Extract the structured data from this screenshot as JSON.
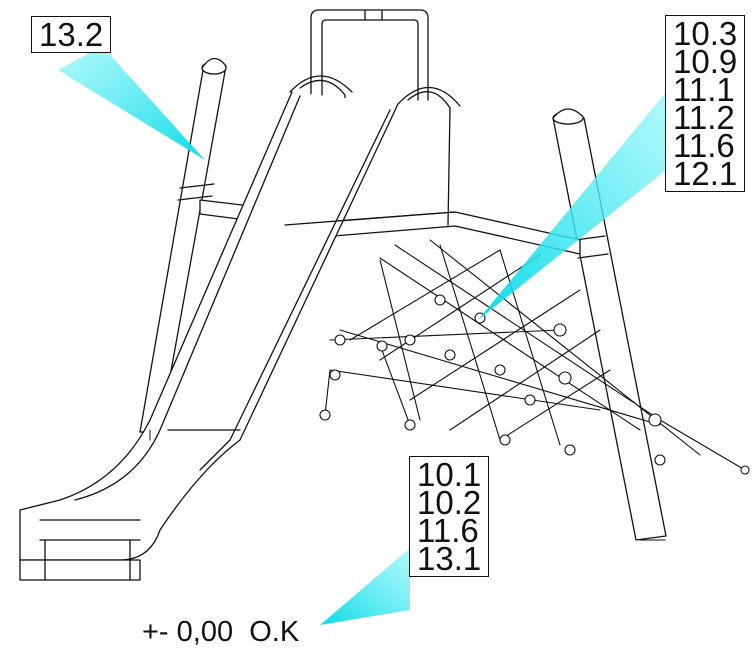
{
  "callouts": {
    "top_left": [
      "13.2"
    ],
    "top_right": [
      "10.3",
      "10.9",
      "11.1",
      "11.2",
      "11.6",
      "12.1"
    ],
    "bottom": [
      "10.1",
      "10.2",
      "11.6",
      "13.1"
    ]
  },
  "ground_level_text": "+- 0,00  O.K",
  "colors": {
    "callout_beam": "#00e5ee",
    "line": "#111111",
    "background": "#ffffff"
  }
}
